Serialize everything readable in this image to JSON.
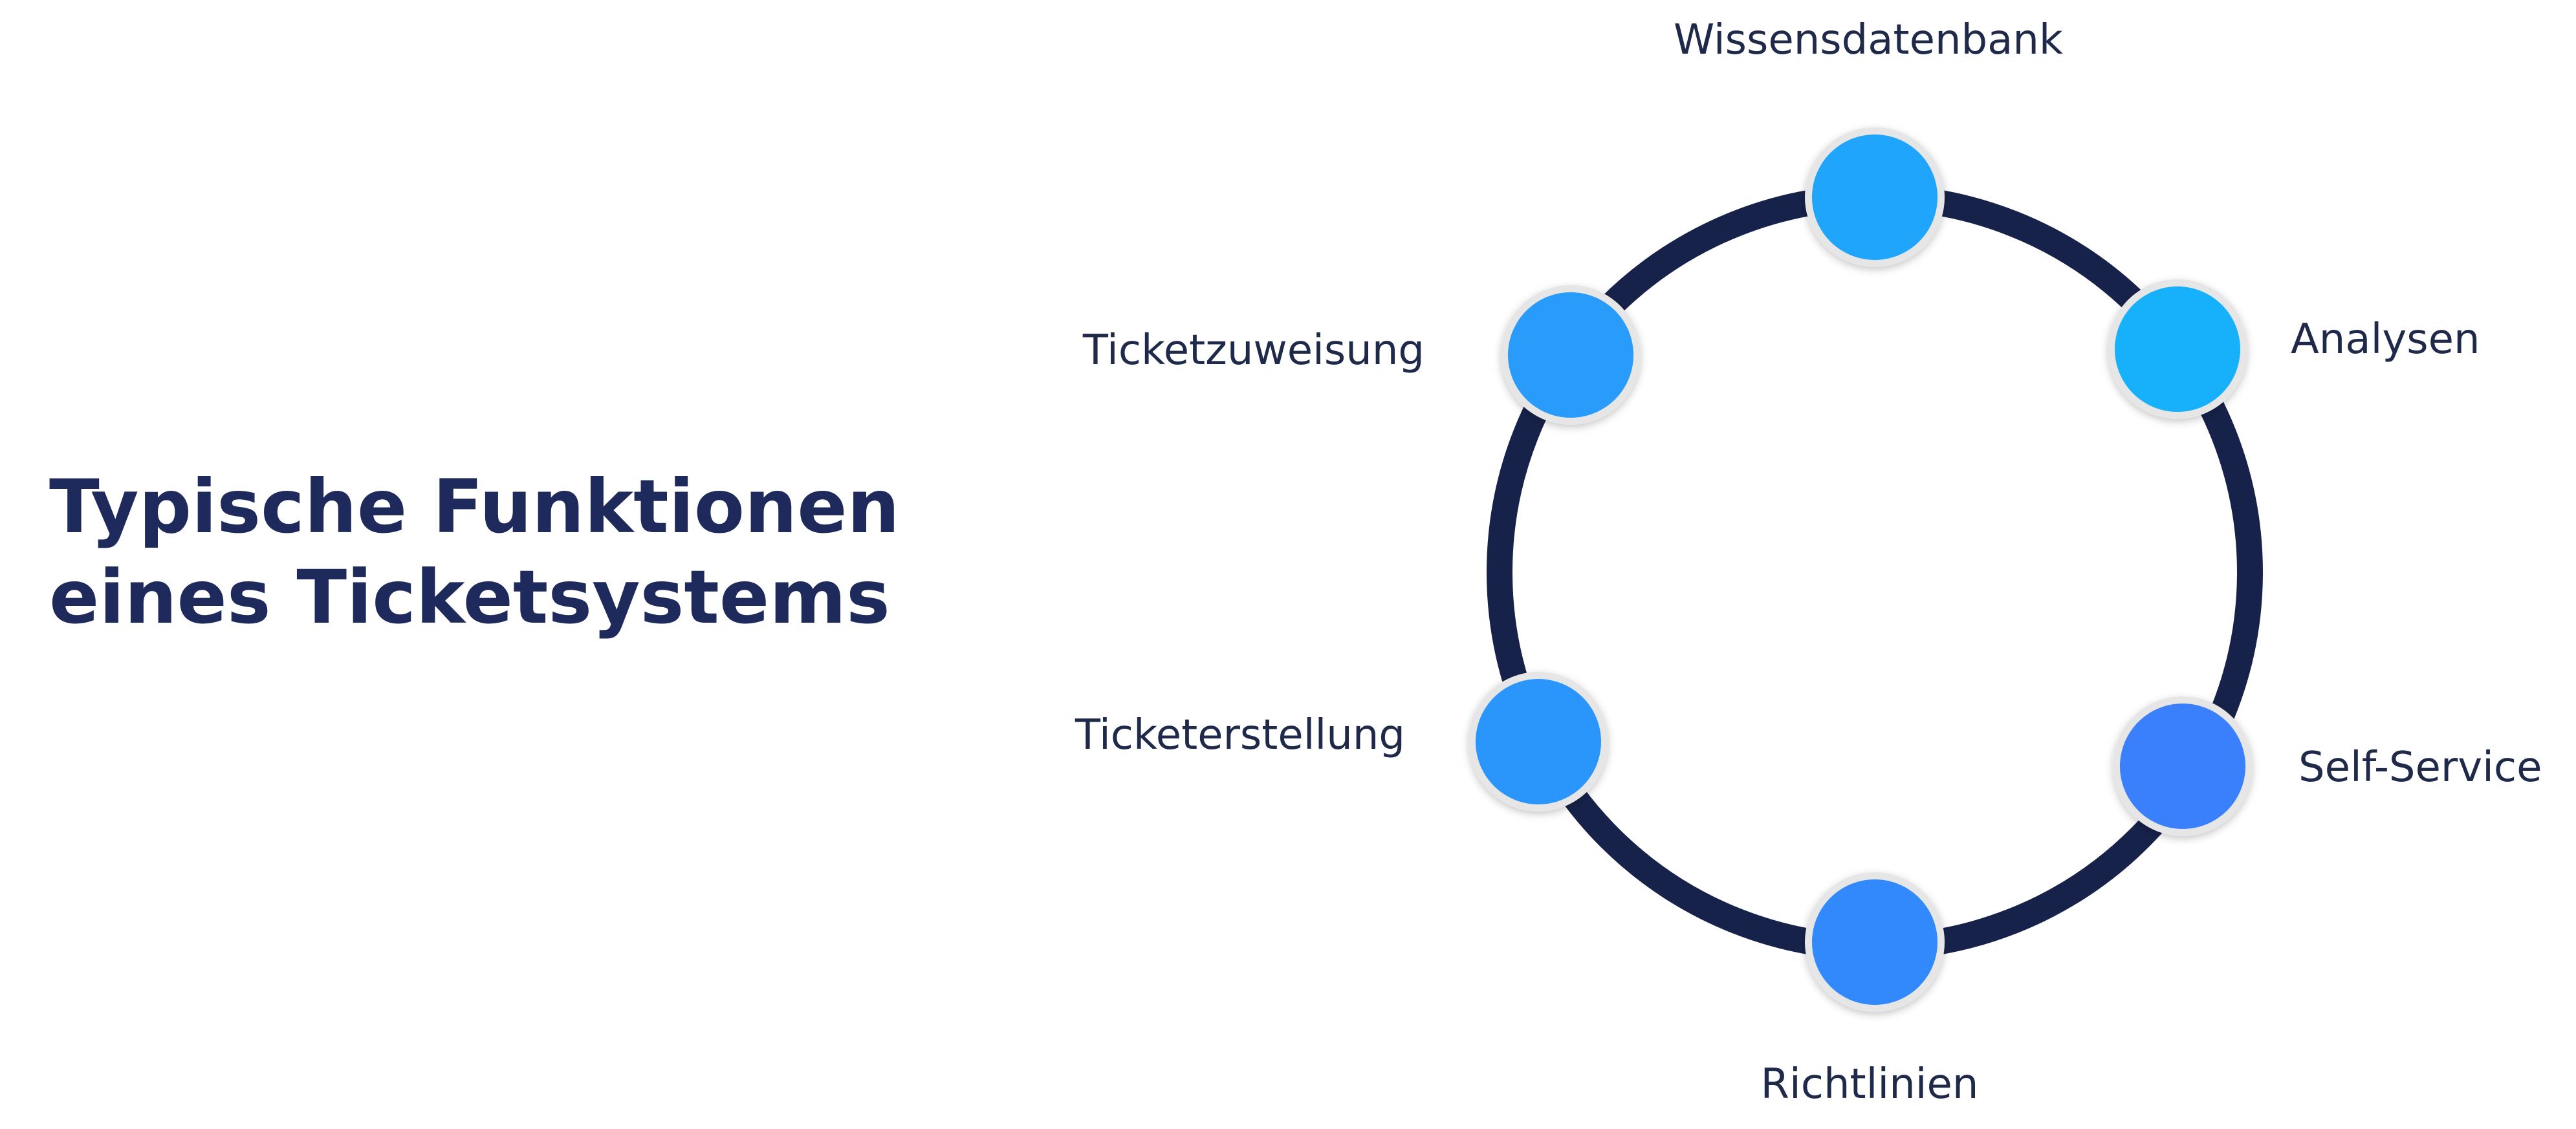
{
  "title": {
    "line1": "Typische Funktionen",
    "line2": "eines Ticketsystems"
  },
  "diagram": {
    "ring_color": "#17224a",
    "node_border_color": "#e6e6e6",
    "nodes": [
      {
        "id": "wissensdatenbank",
        "label": "Wissensdatenbank",
        "color": "#1fa5fb"
      },
      {
        "id": "analysen",
        "label": "Analysen",
        "color": "#17b0fb"
      },
      {
        "id": "self-service",
        "label": "Self-Service",
        "color": "#3a80fd"
      },
      {
        "id": "richtlinien",
        "label": "Richtlinien",
        "color": "#3189fb"
      },
      {
        "id": "ticketerstellung",
        "label": "Ticketerstellung",
        "color": "#2a96fb"
      },
      {
        "id": "ticketzuweisung",
        "label": "Ticketzuweisung",
        "color": "#289bfb"
      }
    ]
  }
}
